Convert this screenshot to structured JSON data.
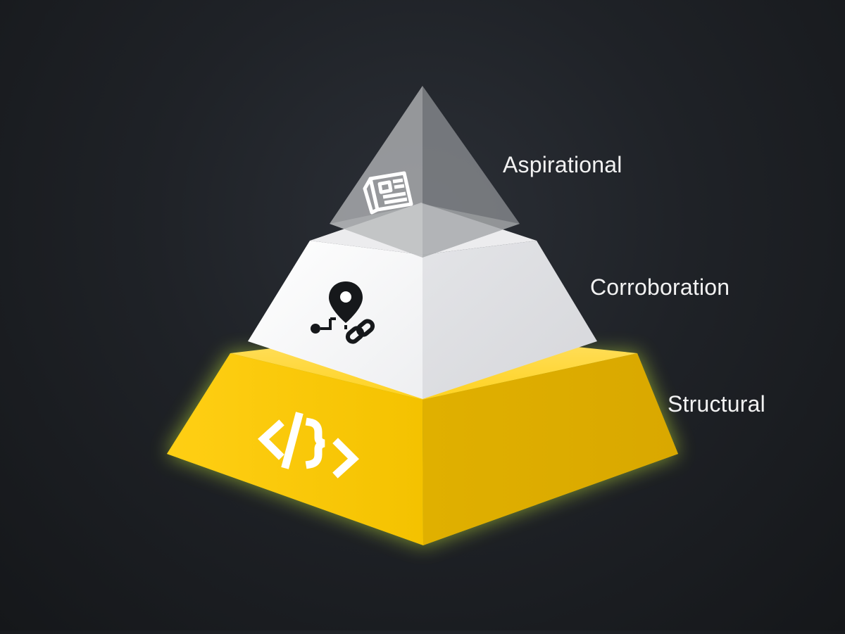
{
  "layers": [
    {
      "label": "Aspirational",
      "icon": "newspaper-icon",
      "color": "#9a9ca0"
    },
    {
      "label": "Corroboration",
      "icon": "location-link-icon",
      "color": "#e6e7ea"
    },
    {
      "label": "Structural",
      "icon": "code-braces-icon",
      "color": "#f5c400"
    }
  ],
  "colors": {
    "background": "#1f2227",
    "glow": "#e6ff3a",
    "label_text": "#f2f2f2"
  }
}
